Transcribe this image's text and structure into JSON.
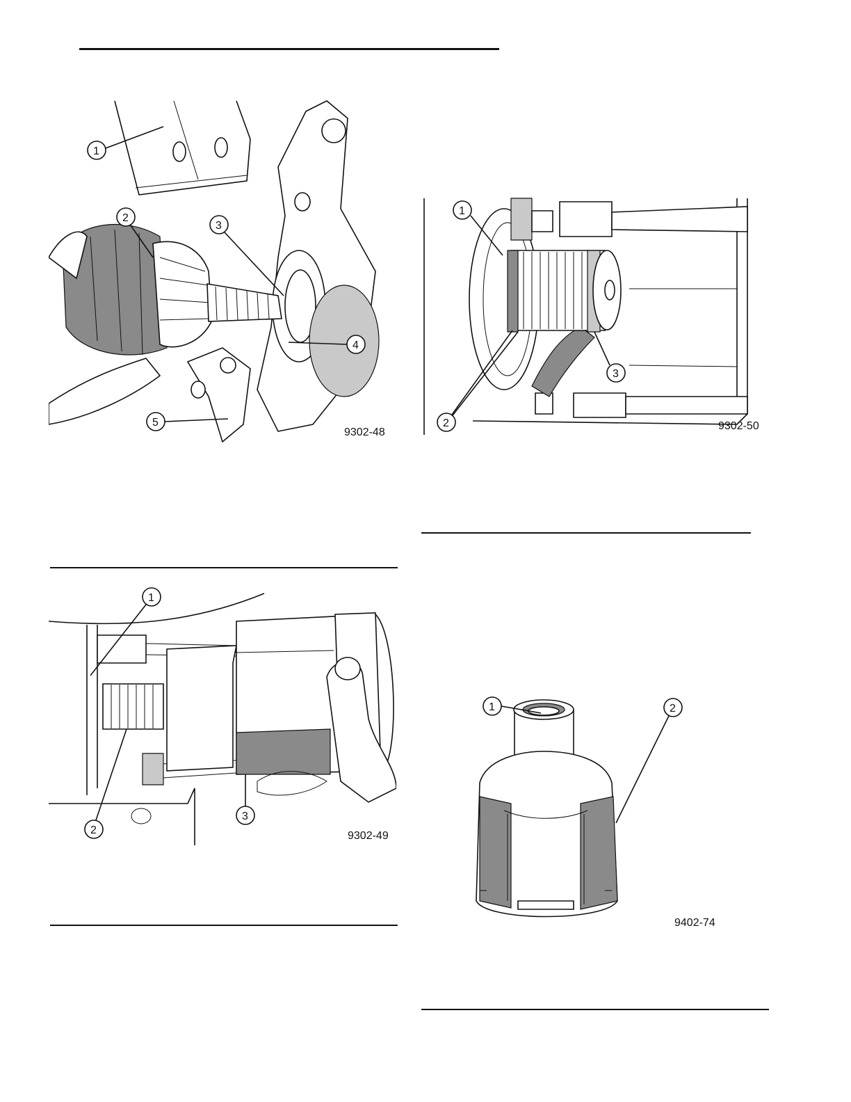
{
  "figures": [
    {
      "id": "fig-9302-48",
      "figure_number": "9302-48",
      "callouts": [
        "1",
        "2",
        "3",
        "4",
        "5"
      ],
      "depicts": "driveshaft outer cv joint inserted through steering knuckle hub"
    },
    {
      "id": "fig-9302-50",
      "figure_number": "9302-50",
      "callouts": [
        "1",
        "2",
        "3"
      ],
      "depicts": "splined transaxle output shaft with seal rings"
    },
    {
      "id": "fig-9302-49",
      "figure_number": "9302-49",
      "callouts": [
        "1",
        "2",
        "3"
      ],
      "depicts": "hand holding tool over splined shaft at transaxle"
    },
    {
      "id": "fig-9402-74",
      "figure_number": "9402-74",
      "callouts": [
        "1",
        "2"
      ],
      "depicts": "cup shaped installer tool with splined bore"
    }
  ],
  "colors": {
    "ink": "#111111",
    "shade": "#8a8a8a",
    "shade_light": "#c9c9c9",
    "paper": "#ffffff"
  }
}
